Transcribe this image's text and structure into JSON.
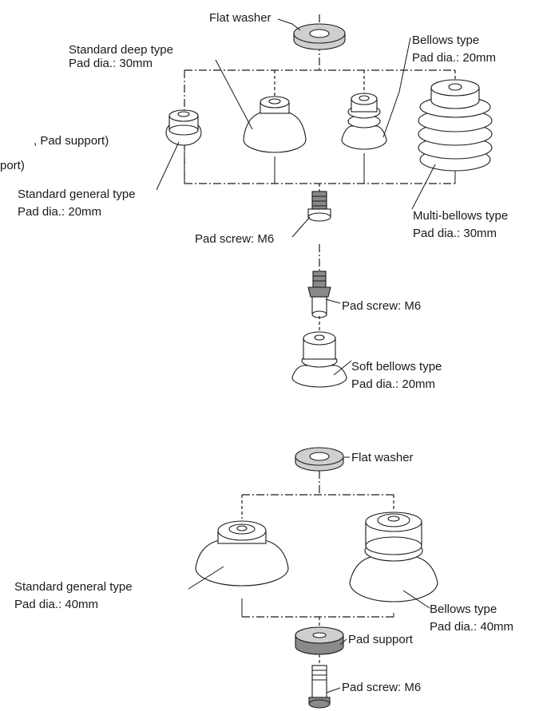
{
  "colors": {
    "stroke": "#1a1a1a",
    "washer_fill": "#cfcfcf",
    "screw_fill": "#8a8a8a",
    "background": "#ffffff"
  },
  "labels": {
    "flat_washer_top": "Flat washer",
    "standard_deep_l1": "Standard deep type",
    "standard_deep_l2": "Pad dia.: 30mm",
    "bellows_top_l1": "Bellows type",
    "bellows_top_l2": "Pad dia.: 20mm",
    "cut_text_1": ", Pad support)",
    "cut_text_2": "port)",
    "standard_general_top_l1": "Standard general type",
    "standard_general_top_l2": "Pad dia.: 20mm",
    "multi_bellows_l1": "Multi-bellows type",
    "multi_bellows_l2": "Pad dia.: 30mm",
    "pad_screw_top": "Pad screw: M6",
    "pad_screw_mid": "Pad screw: M6",
    "soft_bellows_l1": "Soft bellows type",
    "soft_bellows_l2": "Pad dia.: 20mm",
    "flat_washer_bottom": "Flat washer",
    "standard_general_bottom_l1": "Standard general type",
    "standard_general_bottom_l2": "Pad dia.: 40mm",
    "bellows_bottom_l1": "Bellows type",
    "bellows_bottom_l2": "Pad dia.: 40mm",
    "pad_support": "Pad support",
    "pad_screw_bottom": "Pad screw: M6"
  },
  "icons": [
    "flat-washer-icon",
    "suction-pad-icon",
    "bellows-pad-icon",
    "pad-screw-icon",
    "pad-support-icon"
  ]
}
